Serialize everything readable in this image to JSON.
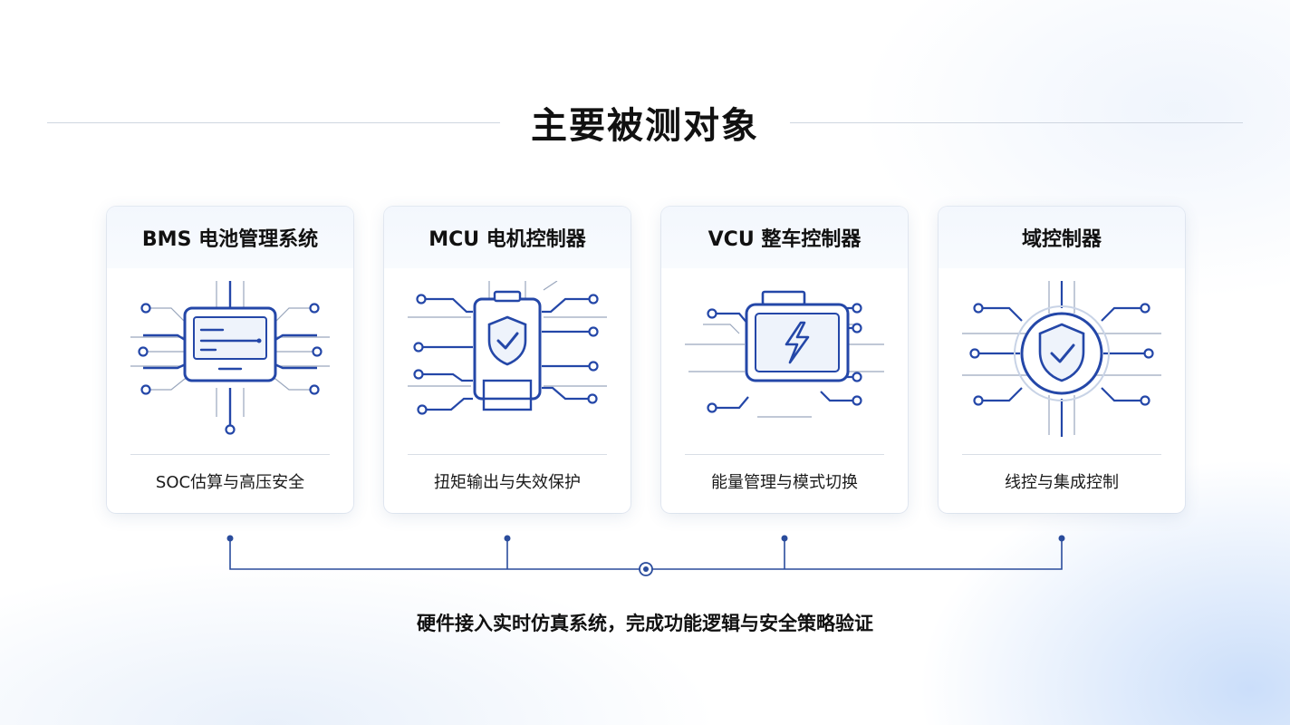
{
  "title": "主要被测对象",
  "cards": [
    {
      "name": "BMS 电池管理系统",
      "description": "SOC估算与高压安全",
      "icon": "battery-monitor-icon"
    },
    {
      "name": "MCU 电机控制器",
      "description": "扭矩输出与失效保护",
      "icon": "motor-controller-shield-icon"
    },
    {
      "name": "VCU 整车控制器",
      "description": "能量管理与模式切换",
      "icon": "battery-lightning-icon"
    },
    {
      "name": "域控制器",
      "description": "线控与集成控制",
      "icon": "shield-check-icon"
    }
  ],
  "footer": "硬件接入实时仿真系统，完成功能逻辑与安全策略验证",
  "colors": {
    "accent": "#2447a8",
    "line": "#2a4c9c",
    "circuit": "#9aa7bd"
  }
}
